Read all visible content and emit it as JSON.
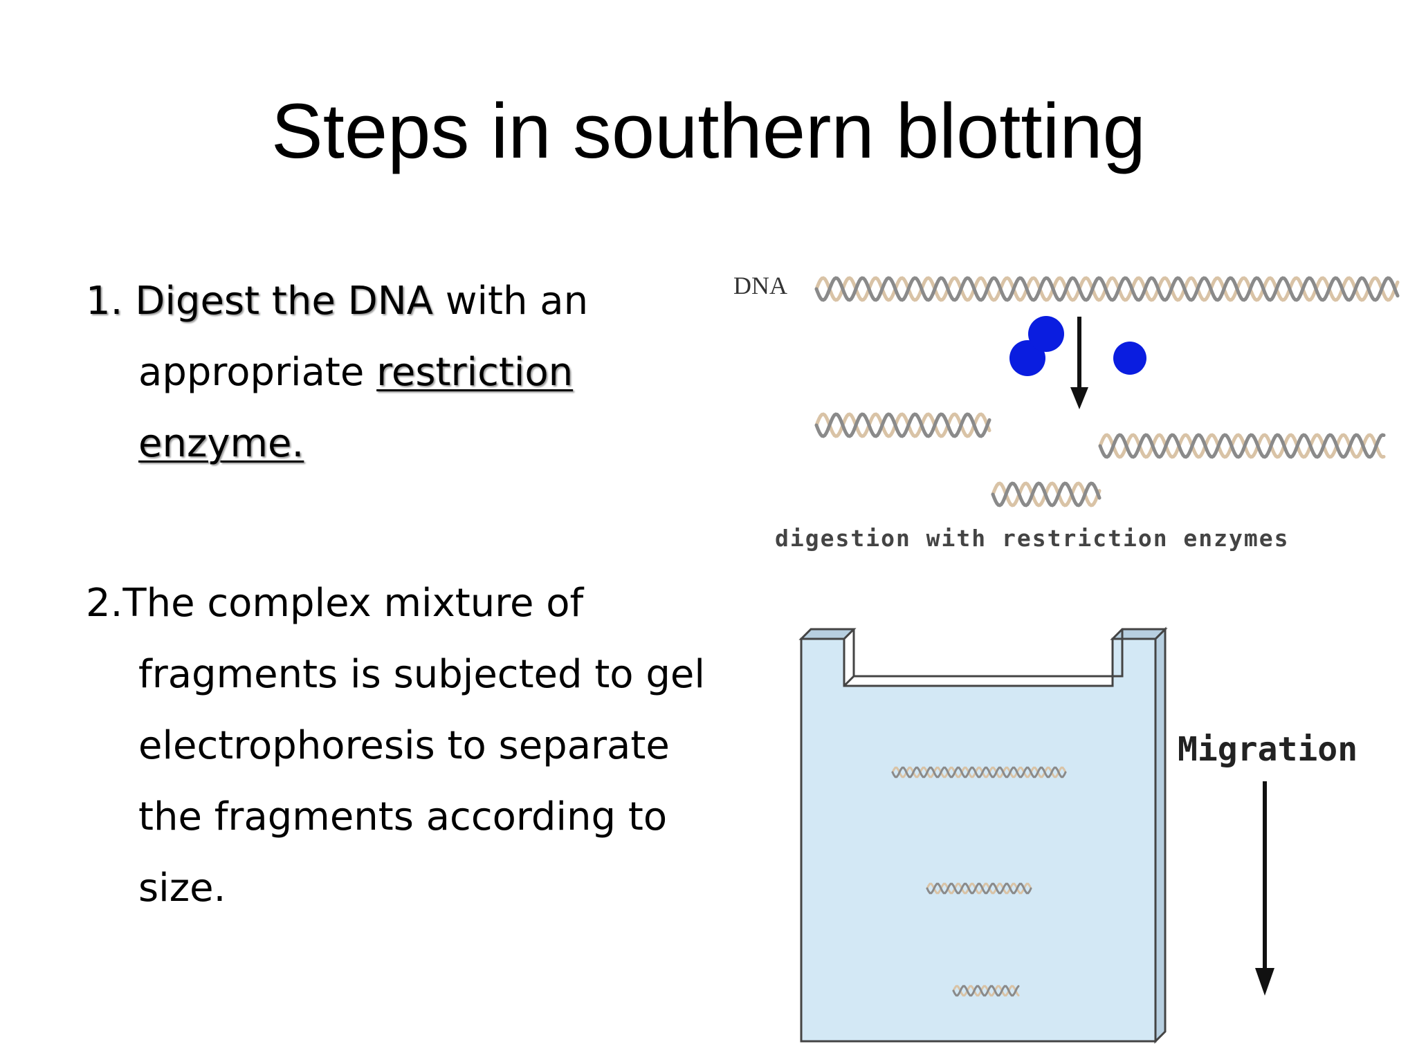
{
  "slide": {
    "title": "Steps in southern blotting",
    "step1": {
      "number": "1.",
      "highlight": "Digest the DNA",
      "text_a": " with an",
      "text_b": "appropriate ",
      "link_a": "restriction",
      "link_b": "enzyme."
    },
    "step2": {
      "lines": [
        "2.The complex mixture of",
        "fragments is subjected to gel",
        "electrophoresis to separate",
        "the fragments according to",
        "size."
      ]
    }
  },
  "digest_diagram": {
    "dna_label": "DNA",
    "caption": "digestion with restriction enzymes",
    "colors": {
      "strand_a": "#8a8a8a",
      "strand_b": "#d9c3a6",
      "enzyme": "#0a1de0",
      "arrow": "#111111"
    }
  },
  "gel_diagram": {
    "migration_label": "Migration",
    "colors": {
      "gel_fill": "#d3e8f5",
      "gel_edge": "#444444",
      "strand_a": "#8a8a8a",
      "strand_b": "#d9c3a6"
    }
  }
}
